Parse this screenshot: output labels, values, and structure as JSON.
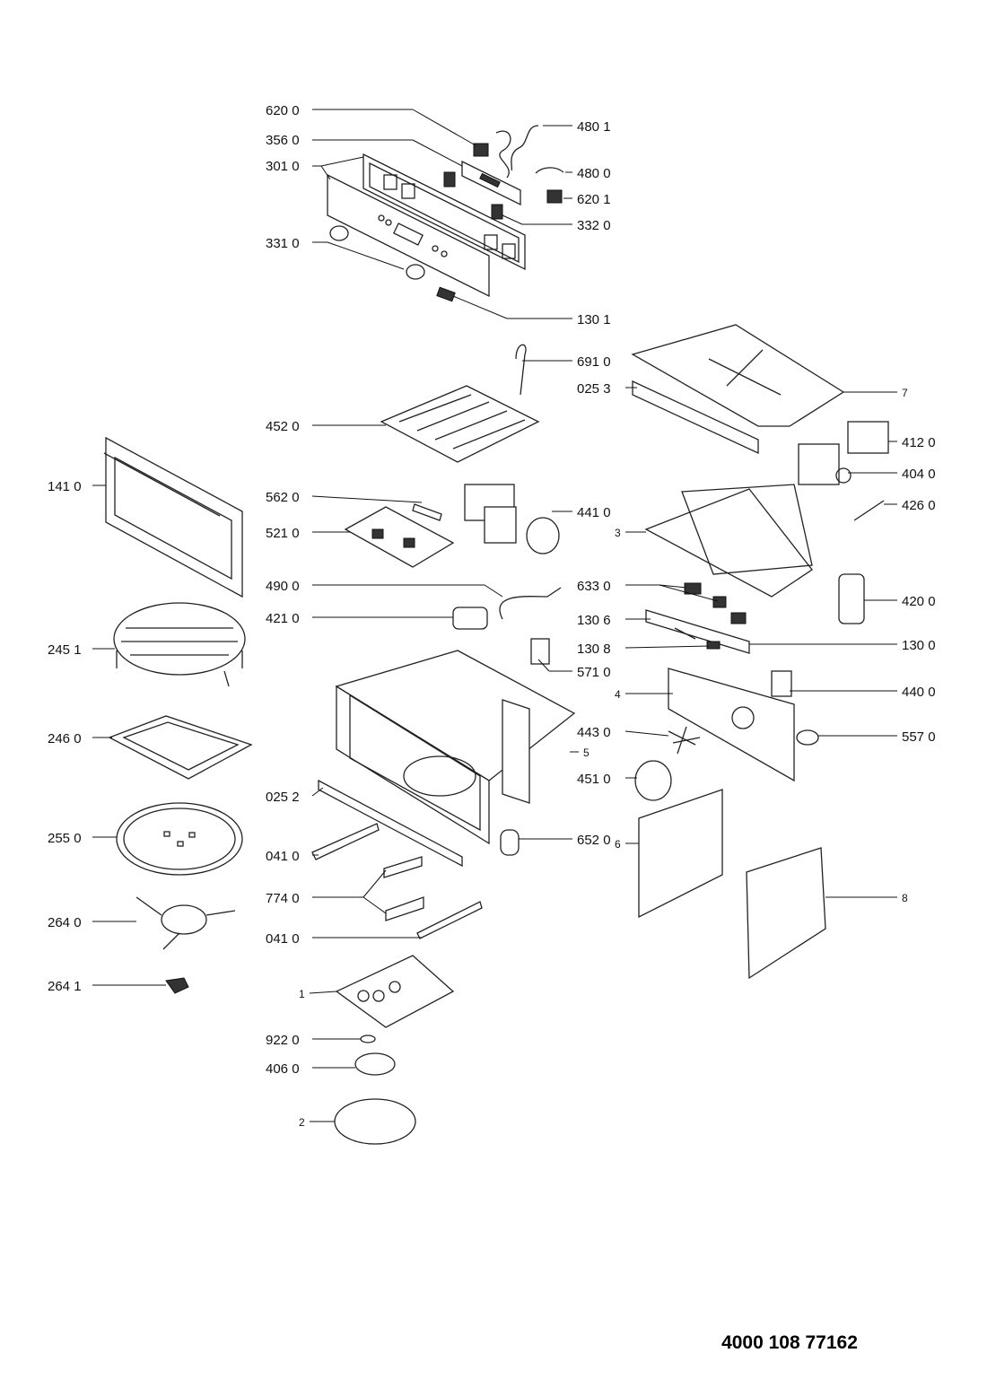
{
  "labels": {
    "l6200": "620 0",
    "l3560": "356 0",
    "l3010": "301 0",
    "l3310": "331 0",
    "l4801": "480 1",
    "l4800": "480 0",
    "l6201": "620 1",
    "l3320": "332 0",
    "l1301": "130 1",
    "l6910": "691 0",
    "l0253": "025 3",
    "l7": "7",
    "l4520": "452 0",
    "l1410": "141 0",
    "l4120": "412 0",
    "l4040": "404 0",
    "l5620": "562 0",
    "l4410": "441 0",
    "l4260": "426 0",
    "l5210": "521 0",
    "l3": "3",
    "l4900": "490 0",
    "l6330": "633 0",
    "l4200": "420 0",
    "l4210": "421 0",
    "l1306": "130 6",
    "l1308": "130 8",
    "l1300": "130 0",
    "l2451": "245 1",
    "l5710": "571 0",
    "l4": "4",
    "l4400": "440 0",
    "l2460": "246 0",
    "l4430": "443 0",
    "l5": "5",
    "l5570": "557 0",
    "l4510": "451 0",
    "l0252": "025 2",
    "l2550": "255 0",
    "l6520": "652 0",
    "l6": "6",
    "l0410a": "041 0",
    "l7740": "774 0",
    "l8": "8",
    "l2640": "264 0",
    "l0410b": "041 0",
    "l2641": "264 1",
    "l1": "1",
    "l9220": "922 0",
    "l4060": "406 0",
    "l2": "2"
  },
  "document_number": "4000 108 77162"
}
